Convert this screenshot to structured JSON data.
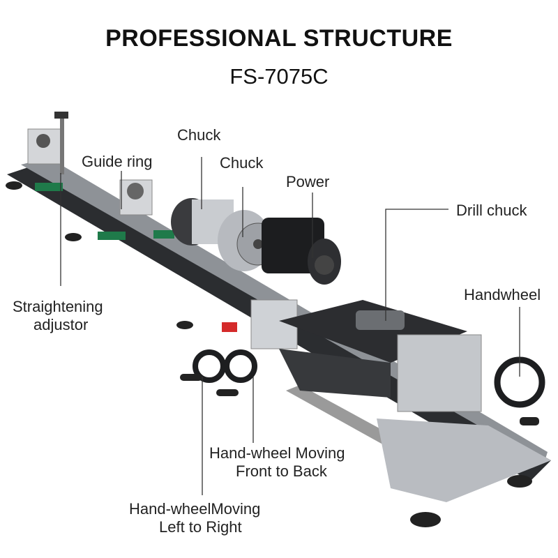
{
  "header": {
    "title": "PROFESSIONAL STRUCTURE",
    "model": "FS-7075C"
  },
  "labels": {
    "chuck_1": "Chuck",
    "guide_ring": "Guide ring",
    "chuck_2": "Chuck",
    "power": "Power",
    "drill_chuck": "Drill chuck",
    "straightening_line1": "Straightening",
    "straightening_line2": "adjustor",
    "handwheel": "Handwheel",
    "handwheel_front_back_line1": "Hand-wheel Moving",
    "handwheel_front_back_line2": "Front to Back",
    "handwheel_left_right_line1": "Hand-wheelMoving",
    "handwheel_left_right_line2": "Left to Right"
  },
  "colors": {
    "rail": "#2b2d30",
    "steel": "#c9ccd0",
    "green_block": "#1f7a4a",
    "red_marker": "#d42a2a",
    "leader_line": "#333333"
  }
}
